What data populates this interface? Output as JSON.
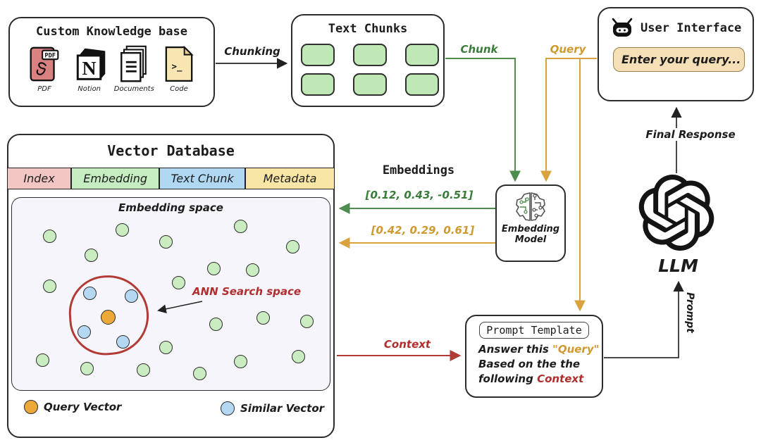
{
  "knowledge_base": {
    "title": "Custom Knowledge base",
    "sources": [
      {
        "label": "PDF",
        "badge": "PDF"
      },
      {
        "label": "Notion",
        "glyph": "N"
      },
      {
        "label": "Documents"
      },
      {
        "label": "Code",
        "glyph": ">_"
      }
    ]
  },
  "text_chunks": {
    "title": "Text Chunks",
    "chunk_count": 6
  },
  "user_interface": {
    "title": "User Interface",
    "input_value": "Enter your query..."
  },
  "arrows": {
    "chunking": "Chunking",
    "chunk": "Chunk",
    "query": "Query",
    "embeddings_heading": "Embeddings",
    "chunk_vector": "[0.12, 0.43, -0.51]",
    "query_vector": "[0.42, 0.29, 0.61]",
    "context": "Context",
    "final_response": "Final Response",
    "prompt": "Prompt"
  },
  "vector_database": {
    "title": "Vector Database",
    "columns": [
      {
        "label": "Index",
        "color": "#f2c6c2",
        "width": 19.6
      },
      {
        "label": "Embedding",
        "color": "#c6edc2",
        "width": 26.9
      },
      {
        "label": "Text Chunk",
        "color": "#b0d8f3",
        "width": 26.2
      },
      {
        "label": "Metadata",
        "color": "#f8e6a6",
        "width": 27.3
      }
    ],
    "embedding_space": {
      "title": "Embedding space",
      "ann_label": "ANN Search space",
      "green_dots": [
        [
          53,
          54
        ],
        [
          156,
          45
        ],
        [
          218,
          62
        ],
        [
          324,
          40
        ],
        [
          398,
          69
        ],
        [
          112,
          81
        ],
        [
          286,
          100
        ],
        [
          341,
          102
        ],
        [
          53,
          125
        ],
        [
          236,
          120
        ],
        [
          289,
          179
        ],
        [
          356,
          170
        ],
        [
          418,
          175
        ],
        [
          218,
          212
        ],
        [
          406,
          225
        ],
        [
          43,
          230
        ],
        [
          106,
          242
        ],
        [
          186,
          244
        ],
        [
          266,
          249
        ],
        [
          324,
          232
        ]
      ],
      "blue_dots": [
        [
          110,
          135
        ],
        [
          169,
          139
        ],
        [
          102,
          190
        ],
        [
          157,
          204
        ]
      ],
      "orange_dot": [
        136,
        169
      ]
    },
    "legend": [
      {
        "label": "Query Vector",
        "color": "#eca938"
      },
      {
        "label": "Similar Vector",
        "color": "#b4d8f2"
      }
    ]
  },
  "embedding_model": {
    "label_line1": "Embedding",
    "label_line2": "Model"
  },
  "prompt_template": {
    "title": "Prompt Template",
    "line1_prefix": "Answer this ",
    "line1_query": "\"Query\"",
    "line2": "Based on the the",
    "line3_prefix": "following ",
    "line3_context": "Context"
  },
  "llm": {
    "label": "LLM"
  },
  "colors": {
    "chunk_green_arrow": "#4e8d4e",
    "query_orange_arrow": "#d9a23c",
    "context_red_arrow": "#b23b35",
    "chunk_fill": "#bfe8b6",
    "green_dot": "#c9ecc0",
    "blue_dot": "#b4d8f2",
    "orange_dot": "#eca938",
    "embedding_space_bg": "#f6f5fc",
    "query_input_bg": "#f5dfb6"
  }
}
